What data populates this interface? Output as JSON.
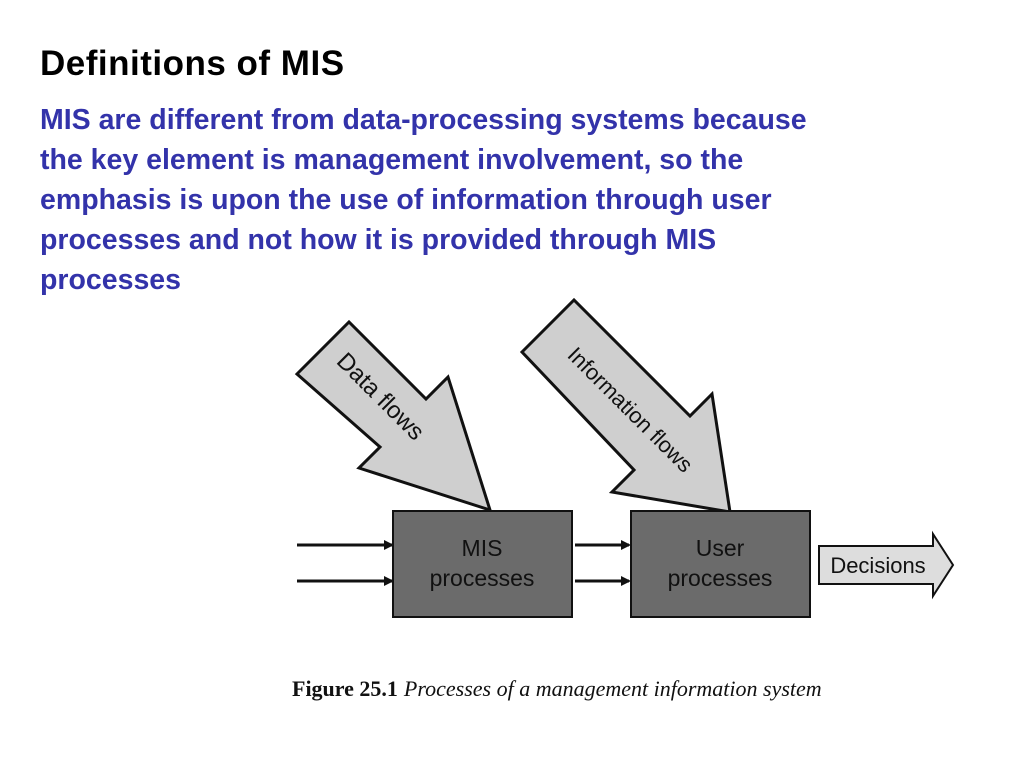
{
  "slide": {
    "title": "Definitions of MIS",
    "body_lines": [
      "MIS are different from data-processing systems because",
      "the key element is management involvement, so the",
      "emphasis is upon the use of information through user",
      "processes and not how it is provided through MIS",
      "processes"
    ]
  },
  "diagram": {
    "data_flows_label": "Data flows",
    "information_flows_label": "Information flows",
    "mis_box_lines": [
      "MIS",
      "processes"
    ],
    "user_box_lines": [
      "User",
      "processes"
    ],
    "decisions_label": "Decisions",
    "colors": {
      "box_fill": "#6b6b6b",
      "arrow_fill": "#cfcfcf",
      "outline": "#111111"
    },
    "caption": {
      "figure_label": "Figure 25.1",
      "text": "Processes of a management information system"
    }
  }
}
